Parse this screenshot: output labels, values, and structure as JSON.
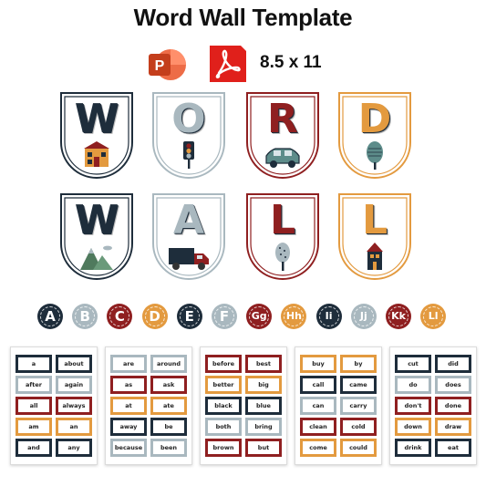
{
  "title": "Word Wall Template",
  "formats": {
    "icons": [
      "powerpoint-icon",
      "pdf-icon"
    ],
    "powerpoint_letter": "P",
    "size": "8.5 x 11"
  },
  "colors": {
    "navy": "#1e2d3b",
    "gray": "#a9b8bf",
    "red": "#8f1f20",
    "orange": "#e39a3f"
  },
  "pennants": [
    {
      "letter": "W",
      "art": "house",
      "color": "#1e2d3b"
    },
    {
      "letter": "O",
      "art": "traffic-light",
      "color": "#a9b8bf"
    },
    {
      "letter": "R",
      "art": "car",
      "color": "#8f1f20"
    },
    {
      "letter": "D",
      "art": "tree",
      "color": "#e39a3f"
    },
    {
      "letter": "W",
      "art": "mountains",
      "color": "#1e2d3b"
    },
    {
      "letter": "A",
      "art": "truck",
      "color": "#a9b8bf"
    },
    {
      "letter": "L",
      "art": "tree-dotted",
      "color": "#8f1f20"
    },
    {
      "letter": "L",
      "art": "house-tall",
      "color": "#e39a3f"
    }
  ],
  "circles": [
    {
      "label": "A",
      "color": "#1e2d3b"
    },
    {
      "label": "B",
      "color": "#a9b8bf"
    },
    {
      "label": "C",
      "color": "#8f1f20"
    },
    {
      "label": "D",
      "color": "#e39a3f"
    },
    {
      "label": "E",
      "color": "#1e2d3b"
    },
    {
      "label": "F",
      "color": "#a9b8bf"
    },
    {
      "label": "Gg",
      "color": "#8f1f20"
    },
    {
      "label": "Hh",
      "color": "#e39a3f"
    },
    {
      "label": "Ii",
      "color": "#1e2d3b"
    },
    {
      "label": "Jj",
      "color": "#a9b8bf"
    },
    {
      "label": "Kk",
      "color": "#8f1f20"
    },
    {
      "label": "Ll",
      "color": "#e39a3f"
    }
  ],
  "cards": [
    {
      "words": [
        {
          "text": "a",
          "color": "#1e2d3b"
        },
        {
          "text": "about",
          "color": "#1e2d3b"
        },
        {
          "text": "after",
          "color": "#a9b8bf"
        },
        {
          "text": "again",
          "color": "#a9b8bf"
        },
        {
          "text": "all",
          "color": "#8f1f20"
        },
        {
          "text": "always",
          "color": "#8f1f20"
        },
        {
          "text": "am",
          "color": "#e39a3f"
        },
        {
          "text": "an",
          "color": "#e39a3f"
        },
        {
          "text": "and",
          "color": "#1e2d3b"
        },
        {
          "text": "any",
          "color": "#1e2d3b"
        }
      ]
    },
    {
      "words": [
        {
          "text": "are",
          "color": "#a9b8bf"
        },
        {
          "text": "around",
          "color": "#a9b8bf"
        },
        {
          "text": "as",
          "color": "#8f1f20"
        },
        {
          "text": "ask",
          "color": "#8f1f20"
        },
        {
          "text": "at",
          "color": "#e39a3f"
        },
        {
          "text": "ate",
          "color": "#e39a3f"
        },
        {
          "text": "away",
          "color": "#1e2d3b"
        },
        {
          "text": "be",
          "color": "#1e2d3b"
        },
        {
          "text": "because",
          "color": "#a9b8bf"
        },
        {
          "text": "been",
          "color": "#a9b8bf"
        }
      ]
    },
    {
      "words": [
        {
          "text": "before",
          "color": "#8f1f20"
        },
        {
          "text": "best",
          "color": "#8f1f20"
        },
        {
          "text": "better",
          "color": "#e39a3f"
        },
        {
          "text": "big",
          "color": "#e39a3f"
        },
        {
          "text": "black",
          "color": "#1e2d3b"
        },
        {
          "text": "blue",
          "color": "#1e2d3b"
        },
        {
          "text": "both",
          "color": "#a9b8bf"
        },
        {
          "text": "bring",
          "color": "#a9b8bf"
        },
        {
          "text": "brown",
          "color": "#8f1f20"
        },
        {
          "text": "but",
          "color": "#8f1f20"
        }
      ]
    },
    {
      "words": [
        {
          "text": "buy",
          "color": "#e39a3f"
        },
        {
          "text": "by",
          "color": "#e39a3f"
        },
        {
          "text": "call",
          "color": "#1e2d3b"
        },
        {
          "text": "came",
          "color": "#1e2d3b"
        },
        {
          "text": "can",
          "color": "#a9b8bf"
        },
        {
          "text": "carry",
          "color": "#a9b8bf"
        },
        {
          "text": "clean",
          "color": "#8f1f20"
        },
        {
          "text": "cold",
          "color": "#8f1f20"
        },
        {
          "text": "come",
          "color": "#e39a3f"
        },
        {
          "text": "could",
          "color": "#e39a3f"
        }
      ]
    },
    {
      "words": [
        {
          "text": "cut",
          "color": "#1e2d3b"
        },
        {
          "text": "did",
          "color": "#1e2d3b"
        },
        {
          "text": "do",
          "color": "#a9b8bf"
        },
        {
          "text": "does",
          "color": "#a9b8bf"
        },
        {
          "text": "don't",
          "color": "#8f1f20"
        },
        {
          "text": "done",
          "color": "#8f1f20"
        },
        {
          "text": "down",
          "color": "#e39a3f"
        },
        {
          "text": "draw",
          "color": "#e39a3f"
        },
        {
          "text": "drink",
          "color": "#1e2d3b"
        },
        {
          "text": "eat",
          "color": "#1e2d3b"
        }
      ]
    }
  ]
}
